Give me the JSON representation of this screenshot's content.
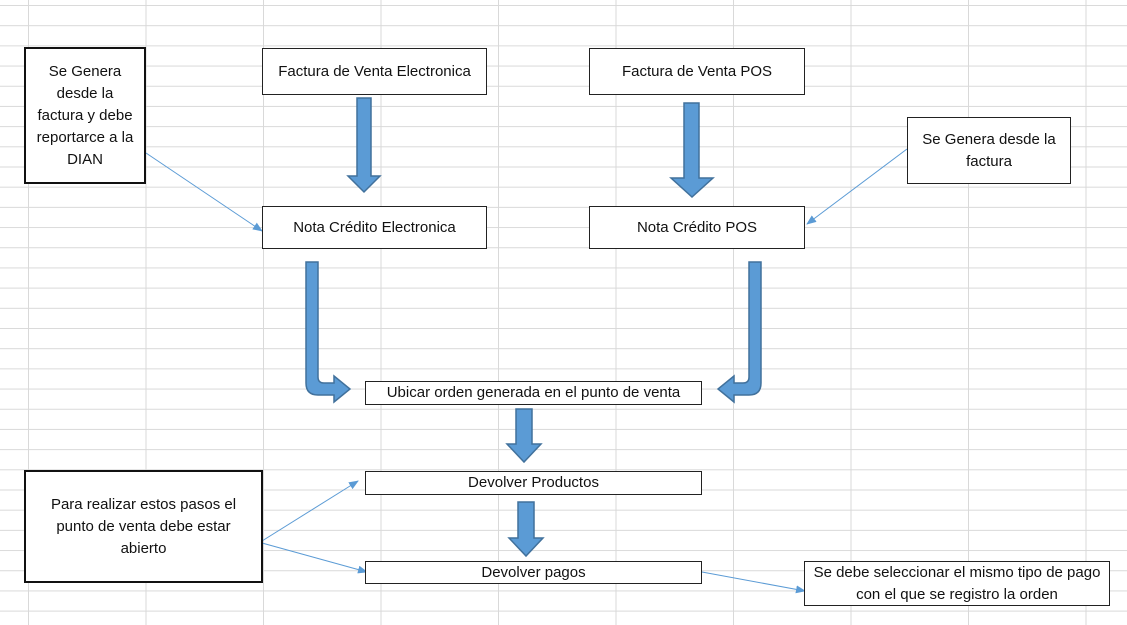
{
  "diagram": {
    "nodes": {
      "factura_electronica": "Factura de Venta Electronica",
      "factura_pos": "Factura de Venta POS",
      "nota_electronica": "Nota Crédito Electronica",
      "nota_pos": "Nota Crédito POS",
      "ubicar_orden": "Ubicar orden generada en el punto de venta",
      "devolver_productos": "Devolver Productos",
      "devolver_pagos": "Devolver pagos"
    },
    "notes": {
      "dian_note": "Se Genera desde la factura y debe reportarce a la DIAN",
      "pos_note": "Se Genera desde la factura",
      "open_note": "Para realizar estos pasos el punto de venta debe estar abierto",
      "payment_note": "Se debe seleccionar el mismo tipo de pago con el que se registro la orden"
    },
    "colors": {
      "arrow_fill": "#5b9bd5",
      "arrow_stroke": "#41719c",
      "connector": "#5b9bd5",
      "grid": "#d9d9d9"
    }
  }
}
